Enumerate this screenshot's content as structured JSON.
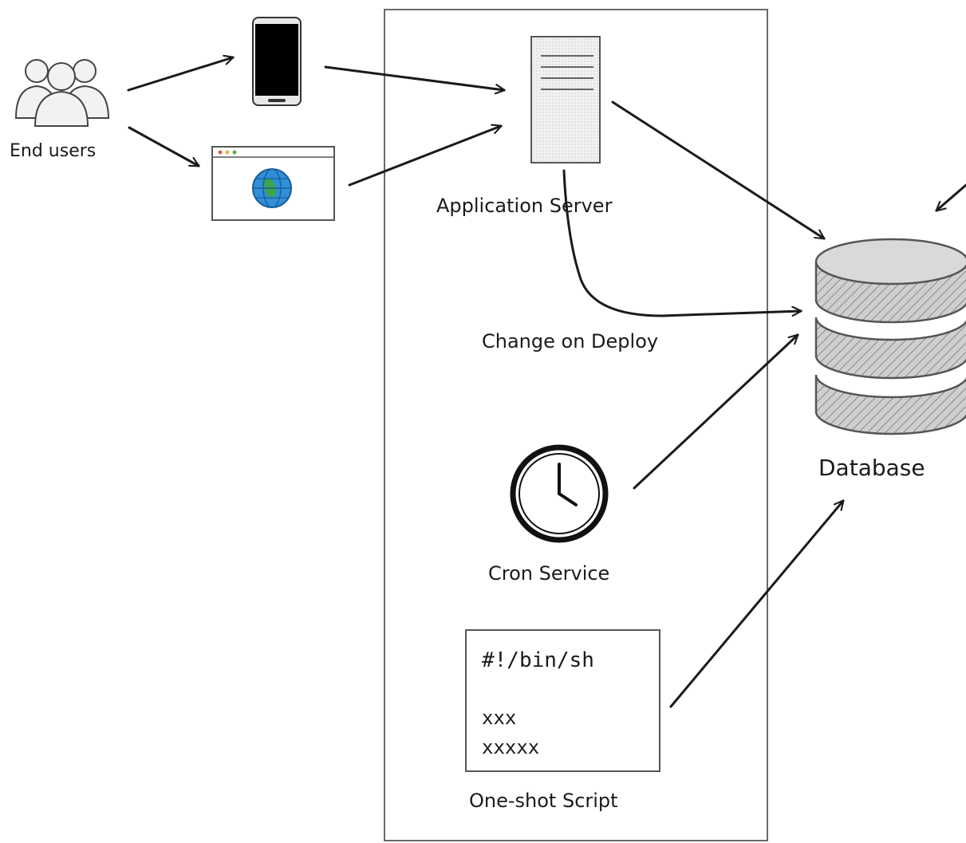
{
  "labels": {
    "end_users": "End users",
    "app_server": "Application Server",
    "change_on_deploy": "Change on Deploy",
    "database": "Database",
    "cron_service": "Cron Service",
    "one_shot_script": "One-shot Script"
  },
  "script": {
    "line1": "#!/bin/sh",
    "line2": "xxx",
    "line3": "xxxxx"
  },
  "icons": {
    "users": "users-group-icon",
    "phone": "smartphone-icon",
    "browser": "browser-window-icon",
    "globe": "globe-icon",
    "server": "server-icon",
    "database": "database-icon",
    "clock": "clock-icon"
  },
  "colors": {
    "ink": "#1a1a1a",
    "globe_blue": "#2f8fd8",
    "globe_green": "#3aa64a",
    "db_fill": "#c8c8c8",
    "server_fill": "#ececec"
  }
}
